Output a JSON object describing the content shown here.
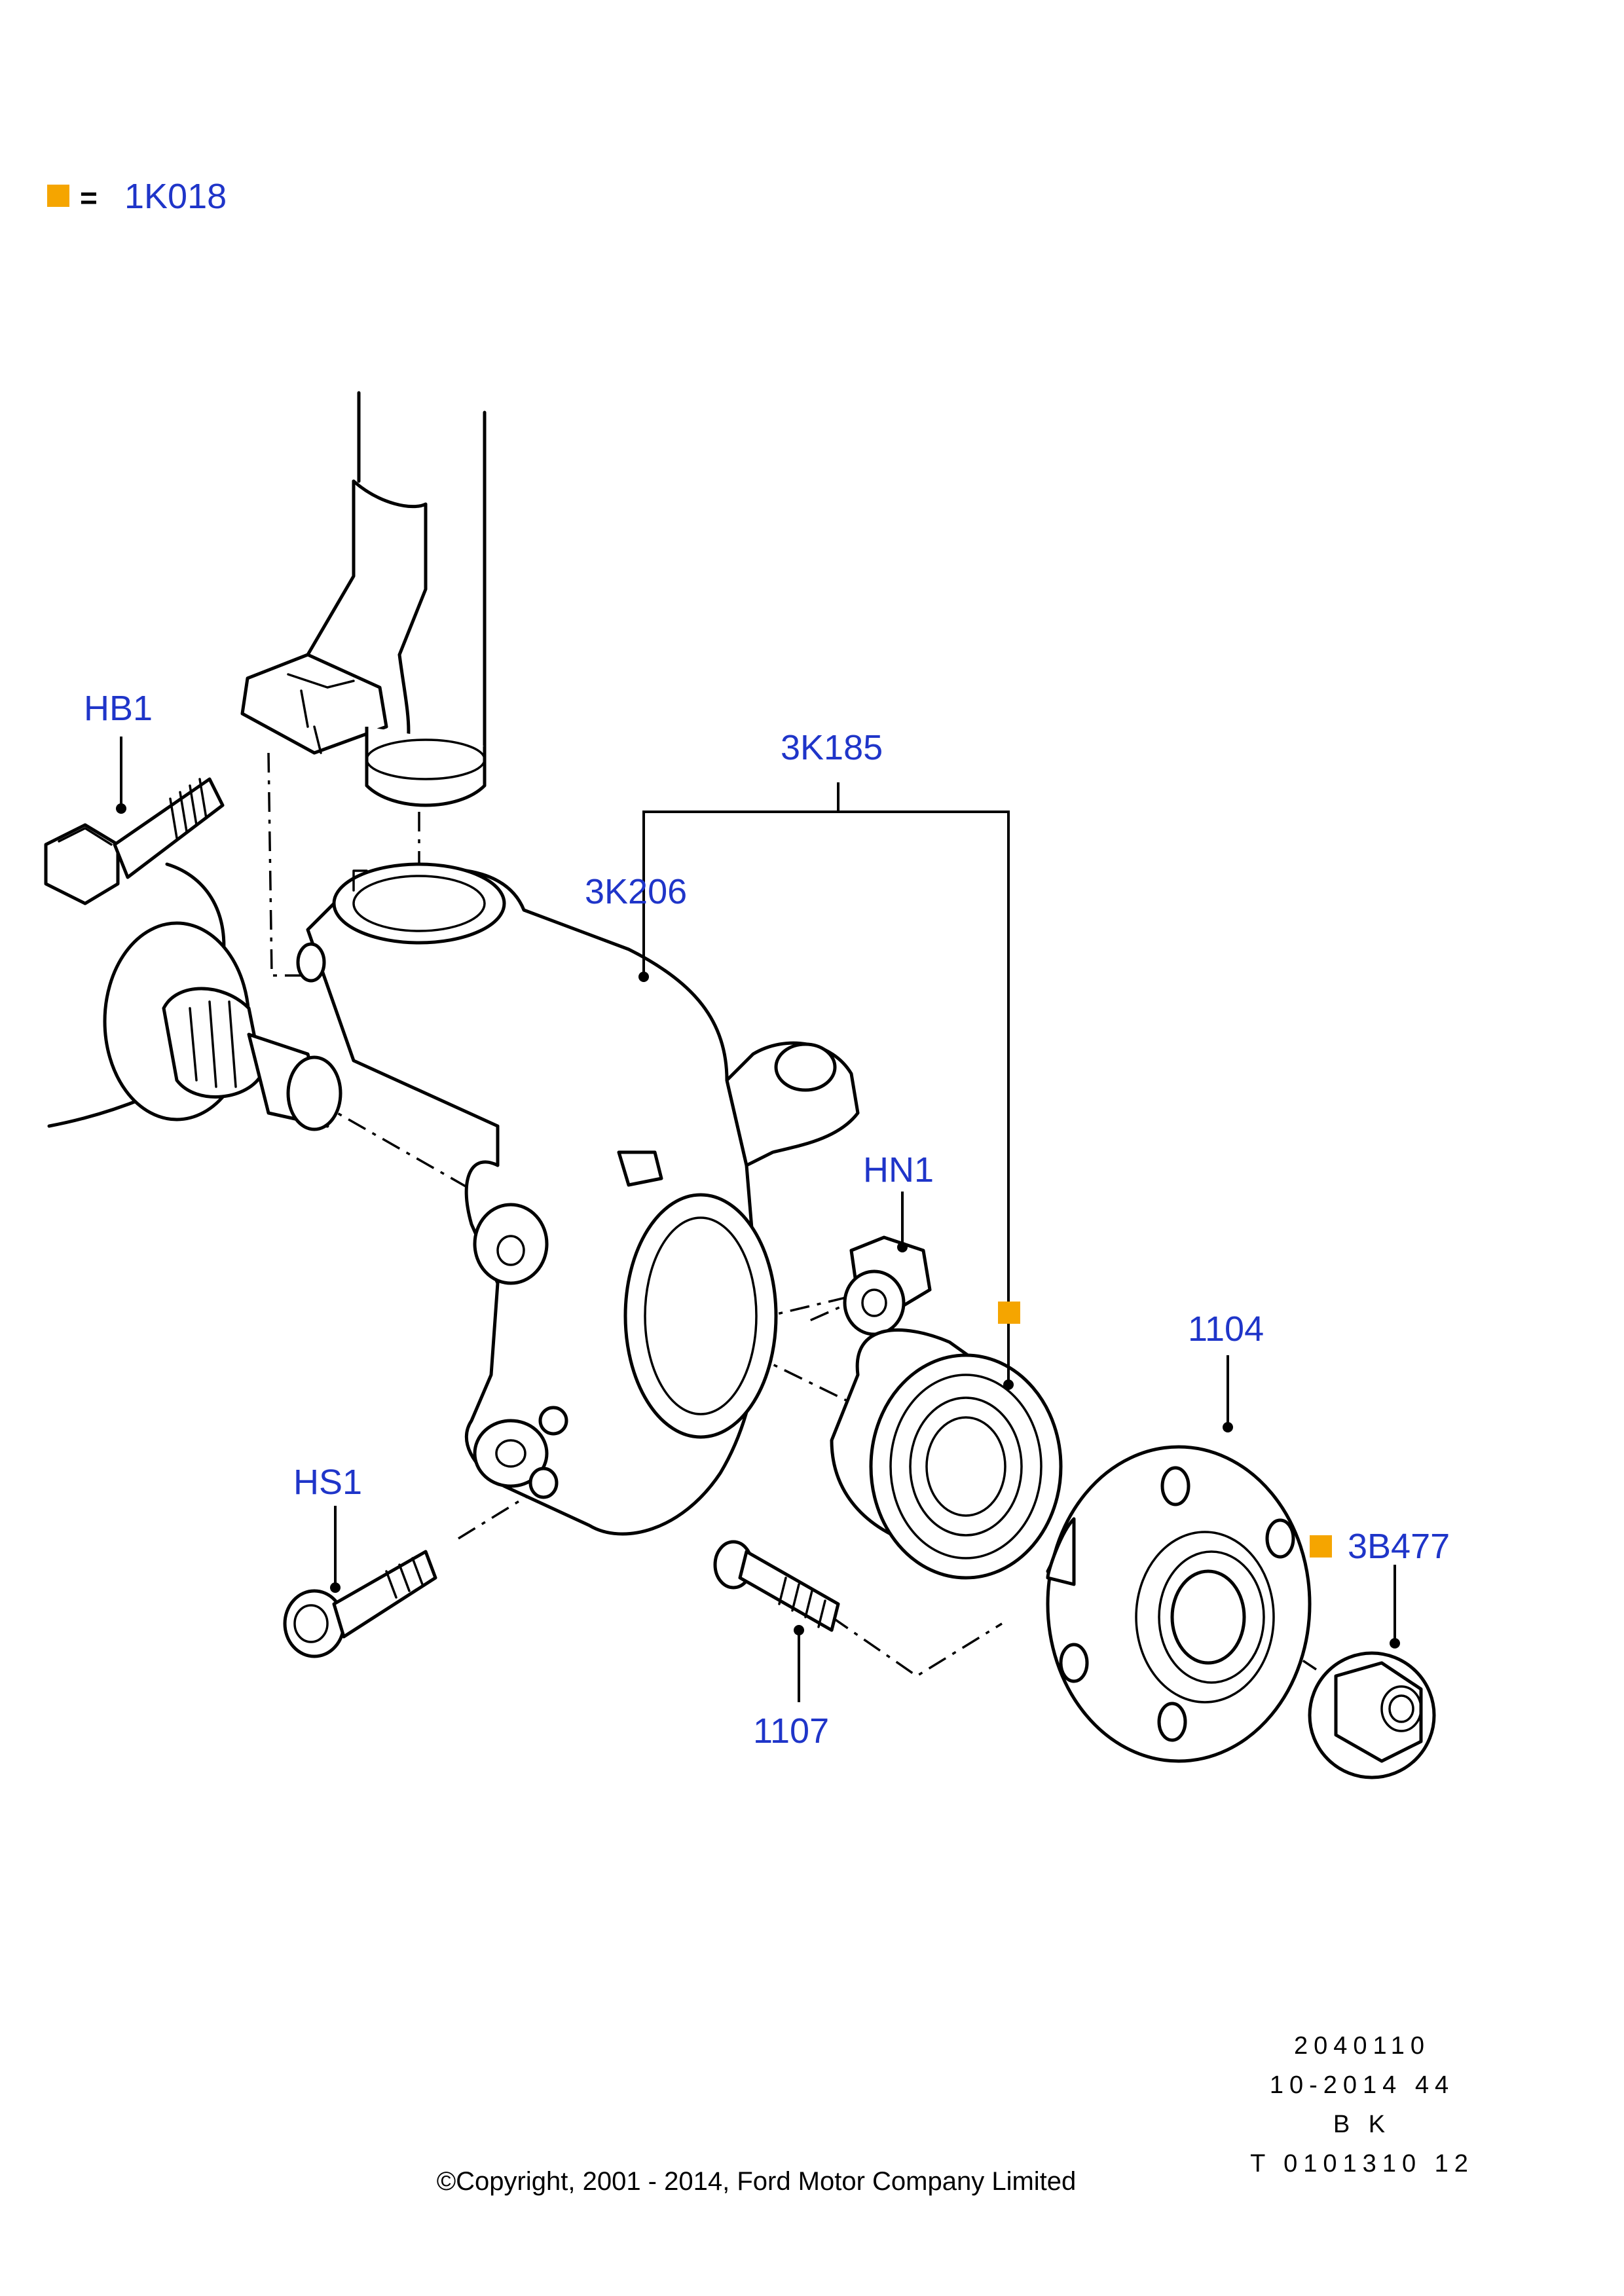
{
  "legend": {
    "marker_color": "#f5a500",
    "equals": "=",
    "code": "1K018"
  },
  "labels": {
    "hb1": "HB1",
    "k185": "3K185",
    "k206": "3K206",
    "hn1": "HN1",
    "p1104": "1104",
    "b477": "3B477",
    "hs1": "HS1",
    "p1107": "1107"
  },
  "reference": {
    "line1": "2040110",
    "line2": "10-2014 44",
    "line3": "B K",
    "line4": "T 0101310 12"
  },
  "copyright": "©Copyright, 2001 - 2014, Ford Motor Company Limited",
  "colors": {
    "label_text": "#1f35c9",
    "marker": "#f5a500",
    "line_art": "#000000"
  }
}
